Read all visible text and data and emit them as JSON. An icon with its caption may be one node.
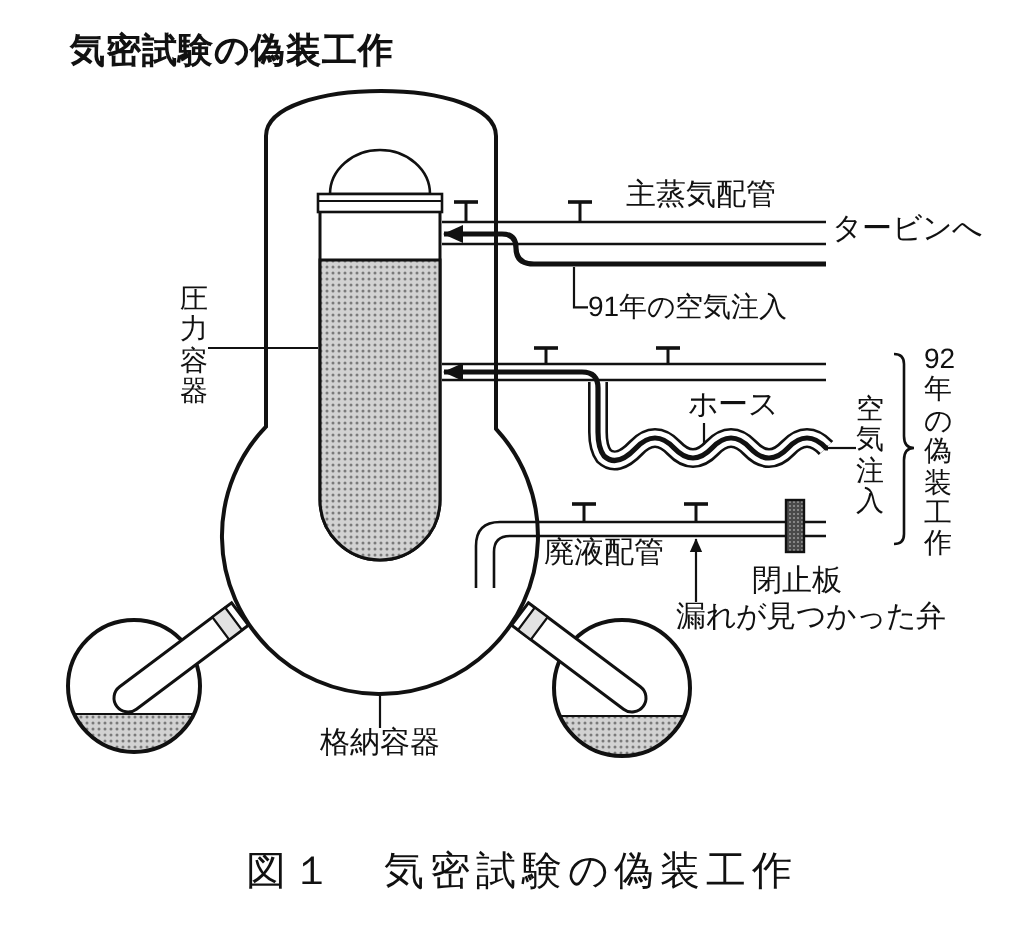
{
  "diagram": {
    "title": "気密試験の偽装工作",
    "caption": "図１　気密試験の偽装工作",
    "nodes": [
      {
        "text": [],
        "shape": "picture"
      },
      {
        "text": [],
        "shape": "picture",
        "in": 0
      },
      {
        "text": [
          "91年の空気注入"
        ]
      },
      {
        "text": [
          "圧力容器"
        ]
      },
      {
        "text": [],
        "shape": "pipe"
      },
      {
        "text": [
          "ホース"
        ],
        "in": 4
      },
      {
        "text": [
          "空気注入"
        ]
      },
      {
        "text": [
          "廃液配管",
          "閉止板"
        ]
      },
      {
        "text": [
          "漏れが見つかった弁"
        ]
      },
      {
        "text": [
          "格納容器"
        ]
      }
    ],
    "edges": [
      {
        "from": 3,
        "to": 1,
        "arrow": "none"
      },
      {
        "from": null,
        "to": 1,
        "arrow": "to",
        "style": "thick"
      },
      {
        "from": 2,
        "to": null,
        "arrow": "none"
      },
      {
        "from": 4,
        "to": 1,
        "arrow": "to",
        "style": "thick"
      },
      {
        "from": 5,
        "to": 4,
        "arrow": "none"
      },
      {
        "from": 6,
        "to": 4,
        "arrow": "none"
      },
      {
        "from": 8,
        "to": 7,
        "arrow": "to"
      },
      {
        "from": 9,
        "to": 0,
        "arrow": "none"
      }
    ],
    "labels": [
      "主蒸気配管",
      "タービンへ",
      "92年の偽装工作"
    ]
  }
}
